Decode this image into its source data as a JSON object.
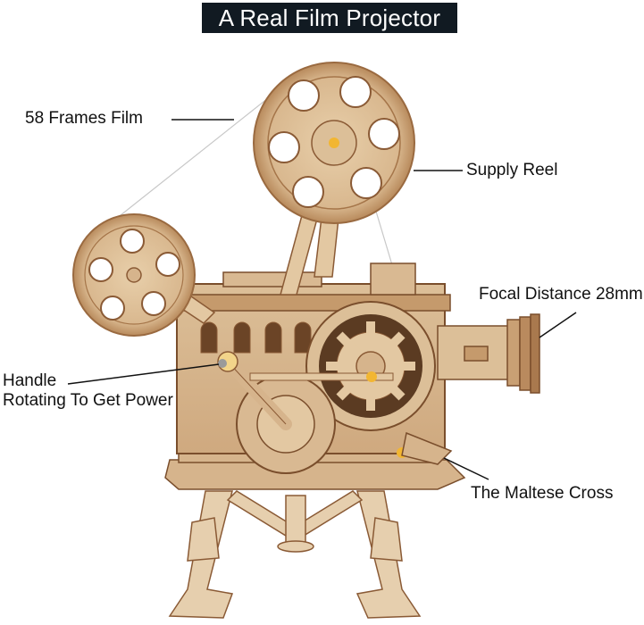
{
  "title": "A Real Film Projector",
  "labels": {
    "frames_film": "58 Frames Film",
    "supply_reel": "Supply Reel",
    "focal_distance": "Focal Distance 28mm",
    "handle_line1": "Handle",
    "handle_line2": "Rotating To Get Power",
    "maltese_cross": "The Maltese Cross"
  },
  "colors": {
    "banner_bg": "#111a22",
    "banner_text": "#ffffff",
    "wood_light": "#e8cfaa",
    "wood_mid": "#d4b089",
    "wood_dark": "#8a5a35",
    "accent_yellow": "#f2b632",
    "leader_line": "#111111"
  }
}
